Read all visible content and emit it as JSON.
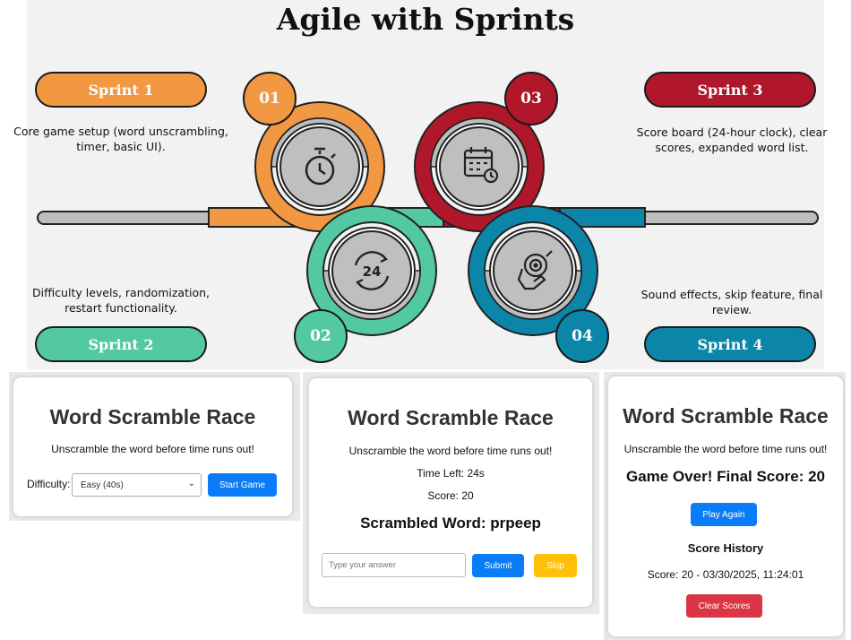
{
  "infographic": {
    "title": "Agile with Sprints",
    "sprints": [
      {
        "label": "Sprint 1",
        "number": "01",
        "description": "Core game setup (word unscrambling, timer, basic UI).",
        "color": "#f29843",
        "icon": "stopwatch-icon"
      },
      {
        "label": "Sprint 2",
        "number": "02",
        "description": "Difficulty levels, randomization, restart functionality.",
        "color": "#52c8a3",
        "icon": "24-hour-cycle-icon"
      },
      {
        "label": "Sprint 3",
        "number": "03",
        "description": "Score board (24-hour clock), clear scores, expanded word list.",
        "color": "#b0172a",
        "icon": "calendar-clock-icon"
      },
      {
        "label": "Sprint 4",
        "number": "04",
        "description": "Sound effects, skip feature, final review.",
        "color": "#0b86a9",
        "icon": "hand-target-icon"
      }
    ]
  },
  "start_screen": {
    "title": "Word Scramble Race",
    "subtitle": "Unscramble the word before time runs out!",
    "difficulty_label": "Difficulty:",
    "difficulty_value": "Easy (40s)",
    "start_button": "Start Game"
  },
  "game_screen": {
    "title": "Word Scramble Race",
    "subtitle": "Unscramble the word before time runs out!",
    "time_left": "Time Left: 24s",
    "score": "Score: 20",
    "scrambled": "Scrambled Word: prpeep",
    "answer_placeholder": "Type your answer",
    "submit_button": "Submit",
    "skip_button": "Skip"
  },
  "over_screen": {
    "title": "Word Scramble Race",
    "subtitle": "Unscramble the word before time runs out!",
    "final_score": "Game Over! Final Score: 20",
    "play_again_button": "Play Again",
    "history_title": "Score History",
    "history_entries": [
      "Score: 20 - 03/30/2025, 11:24:01"
    ],
    "clear_button": "Clear Scores"
  }
}
